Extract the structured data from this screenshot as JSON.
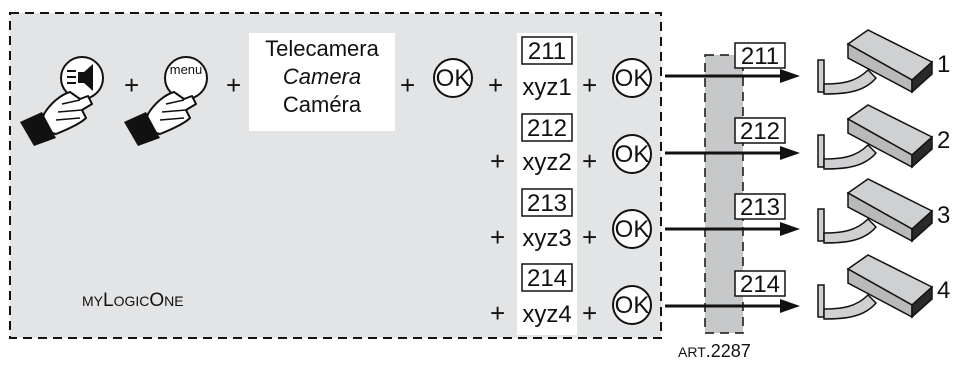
{
  "panel": {
    "brand_prefix": "MY",
    "brand_l": "L",
    "brand_ogic": "OGIC",
    "brand_o": "O",
    "brand_ne": "NE"
  },
  "buttons": {
    "speaker_icon": "speaker-icon",
    "menu_label": "menu",
    "ok_label": "OK"
  },
  "plus": "+",
  "camera_label": {
    "line1": "Telecamera",
    "line2": "Camera",
    "line3": "Caméra"
  },
  "rows": [
    {
      "code": "211",
      "entry": "xyz1",
      "camera": "1"
    },
    {
      "code": "212",
      "entry": "xyz2",
      "camera": "2"
    },
    {
      "code": "213",
      "entry": "xyz3",
      "camera": "3"
    },
    {
      "code": "214",
      "entry": "xyz4",
      "camera": "4"
    }
  ],
  "module": {
    "prefix": "ART",
    "number": ".2287"
  },
  "colors": {
    "panel_fill": "#e3e4e6",
    "module_fill": "#c7c8ca",
    "camera_body": "#cfd0d2",
    "camera_lens": "#2a2a2a",
    "stroke": "#111111"
  }
}
